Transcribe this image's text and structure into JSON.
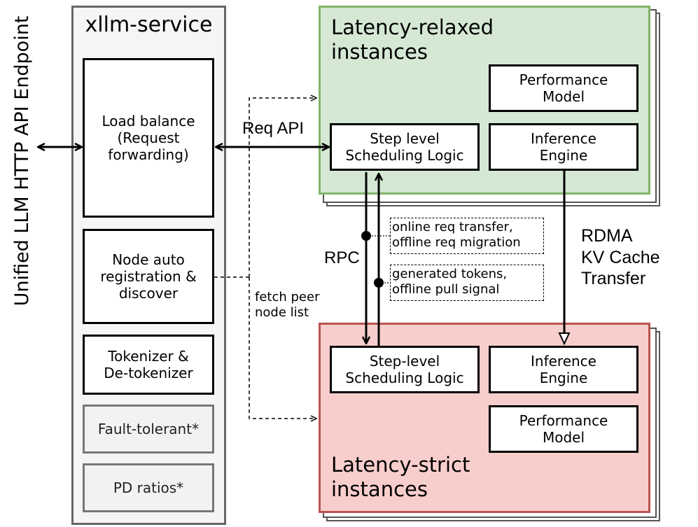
{
  "api_endpoint_label": "Unified LLM HTTP API Endpoint",
  "service": {
    "title": "xllm-service",
    "modules": [
      "Load balance\n(Request\nforwarding)",
      "Node auto\nregistration &\ndiscover",
      "Tokenizer &\nDe-tokenizer",
      "Fault-tolerant*",
      "PD ratios*"
    ]
  },
  "relaxed": {
    "title": "Latency-relaxed\ninstances",
    "performance_model": "Performance\nModel",
    "inference_engine": "Inference\nEngine",
    "scheduling": "Step level\nScheduling Logic"
  },
  "strict": {
    "title": "Latency-strict\ninstances",
    "scheduling": "Step-level\nScheduling Logic",
    "inference_engine": "Inference\nEngine",
    "performance_model": "Performance\nModel"
  },
  "labels": {
    "req_api": "Req API",
    "rpc": "RPC",
    "rdma": "RDMA\nKV Cache\nTransfer",
    "fetch_peer": "fetch peer\nnode list"
  },
  "notes": {
    "transfer": "online req transfer,\noffline req migration",
    "tokens": "generated tokens,\noffline pull signal"
  },
  "colors": {
    "relaxed_fill": "#d5e8d4",
    "relaxed_border": "#82b366",
    "strict_fill": "#f8cecc",
    "strict_border": "#b85450",
    "service_fill": "#f5f5f5",
    "service_border": "#666666"
  }
}
